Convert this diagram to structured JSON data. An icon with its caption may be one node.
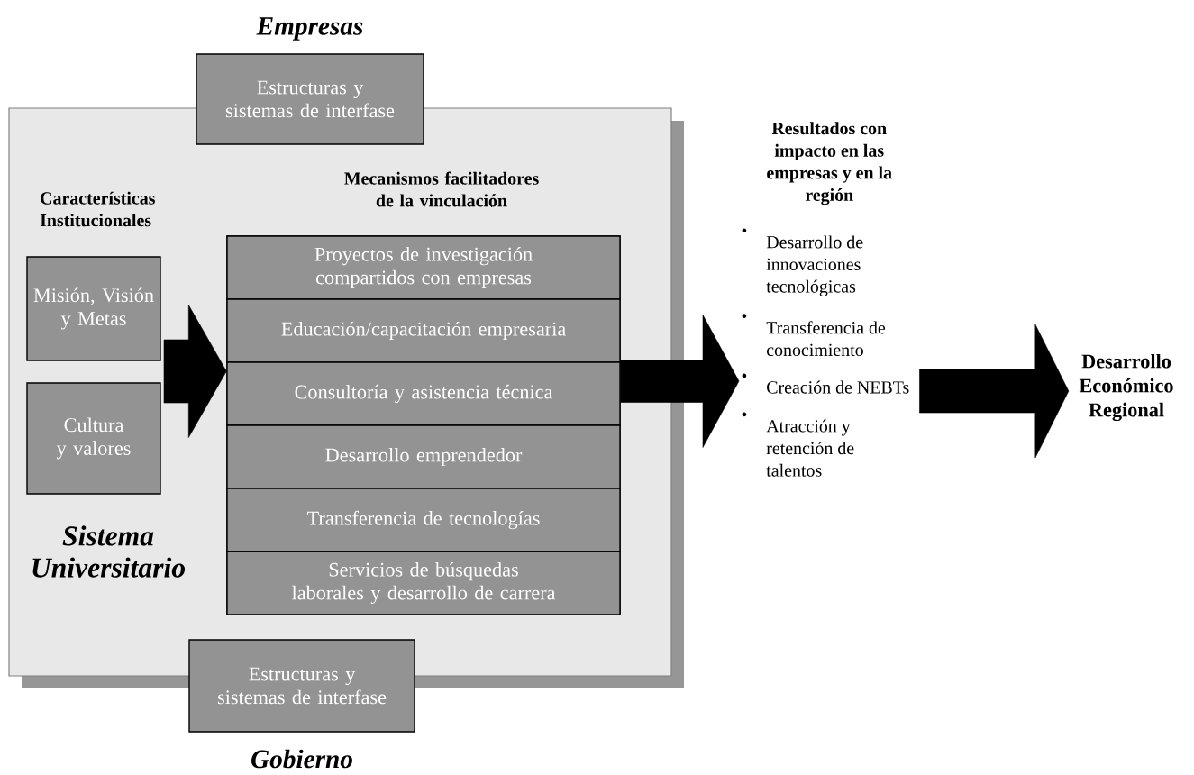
{
  "diagram": {
    "nodes": [
      {
        "text": [
          "Sistema Universitario"
        ]
      },
      {
        "text": [
          "Estructuras y sistemas de interfase"
        ],
        "beside": [
          "Empresas"
        ]
      },
      {
        "text": [
          "Misión, Visión y Metas"
        ],
        "in": 0
      },
      {
        "text": [
          "Cultura y valores"
        ],
        "in": 0
      },
      {
        "text": [
          "Mecanismos facilitadores de la vinculación"
        ],
        "in": 0
      },
      {
        "text": [
          "Proyectos de investigación compartidos con empresas"
        ],
        "in": 4
      },
      {
        "text": [
          "Educación/capacitación empresaria"
        ],
        "in": 4
      },
      {
        "text": [
          "Consultoría y asistencia técnica"
        ],
        "in": 4
      },
      {
        "text": [
          "Desarrollo emprendedor"
        ],
        "in": 4
      },
      {
        "text": [
          "Transferencia de tecnologías"
        ],
        "in": 4
      },
      {
        "text": [
          "Servicios de búsquedas laborales y desarrollo de carrera"
        ],
        "in": 4
      },
      {
        "text": [
          "Estructuras y sistemas de interfase"
        ],
        "beside": [
          "Gobierno"
        ]
      },
      {
        "text": [
          "Resultados con impacto en las empresas y en la región",
          "Desarrollo de innovaciones tecnológicas",
          "Transferencia de conocimiento",
          "Creación de NEBTs",
          "Atracción y retención de talentos"
        ]
      },
      {
        "text": [
          "Desarrollo Económico Regional"
        ]
      }
    ],
    "edges": [
      {
        "from": null,
        "to": 4,
        "arrow": "to"
      },
      {
        "from": 4,
        "to": 12,
        "arrow": "to"
      },
      {
        "from": 12,
        "to": 13,
        "arrow": "to"
      }
    ],
    "labels": [
      "Características Institucionales"
    ]
  }
}
